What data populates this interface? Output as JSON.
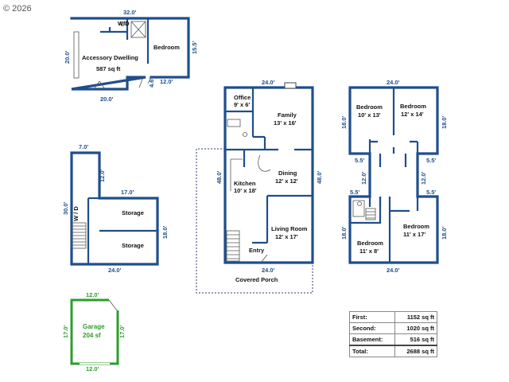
{
  "copyright": "© 2026",
  "accessory_dwelling": {
    "name": "Accessory Dwelling",
    "area": "587 sq ft",
    "bedroom": "Bedroom",
    "wd": "W/D",
    "dims": {
      "top": "32.0'",
      "left": "20.0'",
      "right": "15.5'",
      "bottom_left": "20.0'",
      "bottom_right": "12.0'",
      "step": "4.6'"
    }
  },
  "basement": {
    "wd": "W / D",
    "storage_1": "Storage",
    "storage_2": "Storage",
    "dims": {
      "top": "7.0'",
      "left": "30.0'",
      "notch": "12.0'",
      "inner_top": "17.0'",
      "right": "18.0'",
      "bottom": "24.0'"
    }
  },
  "first_floor": {
    "office": "Office",
    "office_dim": "9' x 6'",
    "family": "Family",
    "family_dim": "13' x 16'",
    "dining": "Dining",
    "dining_dim": "12' x 12'",
    "kitchen": "Kitchen",
    "kitchen_dim": "10' x 18'",
    "living": "Living Room",
    "living_dim": "12' x 17'",
    "entry": "Entry",
    "porch": "Covered Porch",
    "dims": {
      "top": "24.0'",
      "left": "48.0'",
      "right": "48.0'",
      "bottom": "24.0'"
    }
  },
  "second_floor": {
    "bed1": "Bedroom",
    "bed1_dim": "10' x 13'",
    "bed2": "Bedroom",
    "bed2_dim": "12' x 14'",
    "bed3": "Bedroom",
    "bed3_dim": "11' x 17'",
    "bed4": "Bedroom",
    "bed4_dim": "11' x 8'",
    "dims": {
      "top": "24.0'",
      "left_top": "18.0'",
      "right_top": "18.0'",
      "mid_left": "5.5'",
      "mid_right": "5.5'",
      "inner_left": "12.0'",
      "inner_right": "12.0'",
      "low_left": "5.5'",
      "low_right": "5.5'",
      "left_bottom": "18.0'",
      "right_bottom": "18.0'",
      "bottom": "24.0'"
    }
  },
  "garage": {
    "name": "Garage",
    "area": "204 sf",
    "dims": {
      "top": "12.0'",
      "left": "17.0'",
      "right": "17.0'",
      "bottom": "12.0'"
    }
  },
  "sqft_table": [
    {
      "label": "First:",
      "value": "1152 sq ft"
    },
    {
      "label": "Second:",
      "value": "1020 sq ft"
    },
    {
      "label": "Basement:",
      "value": "516 sq ft"
    },
    {
      "label": "Total:",
      "value": "2688 sq ft"
    }
  ]
}
